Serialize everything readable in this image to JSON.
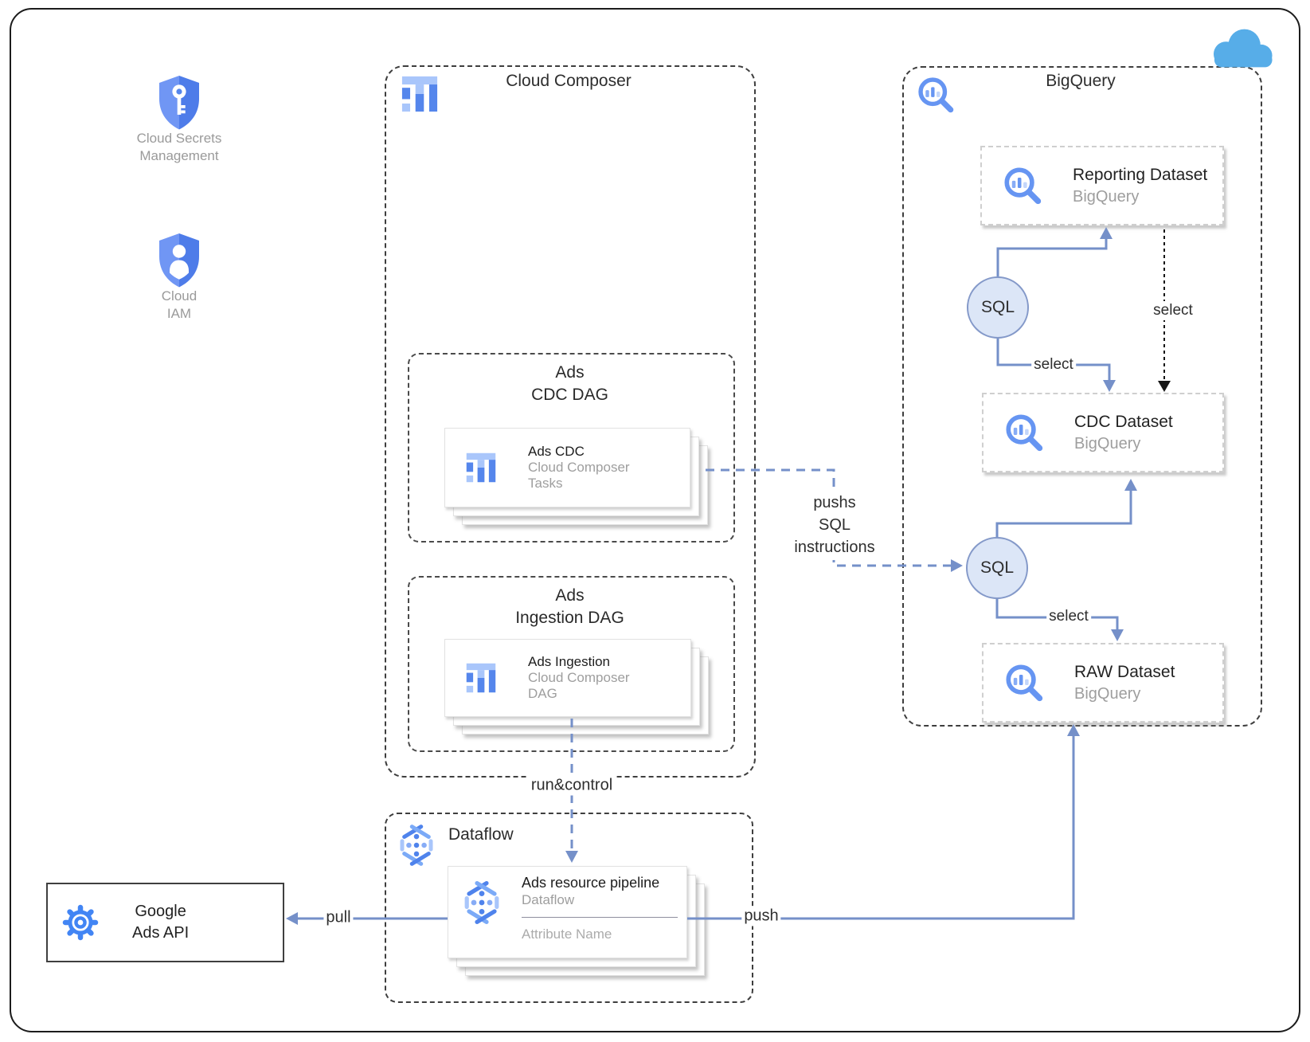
{
  "colors": {
    "accent_blue": "#4285F4",
    "light_blue": "#A9C6FB",
    "arrow_blue": "#7590C9",
    "sql_fill": "#DCE6F7",
    "sql_border": "#8499C9",
    "cloud_blue": "#57ADE8",
    "shield_blue": "#5586EC",
    "gray_text": "#9E9E9E"
  },
  "left_column": {
    "secrets": {
      "label": [
        "Cloud Secrets",
        "Management"
      ]
    },
    "iam": {
      "label": [
        "Cloud",
        "IAM"
      ]
    }
  },
  "composer": {
    "title": "Cloud Composer",
    "cdc_dag": {
      "title": [
        "Ads",
        "CDC DAG"
      ],
      "card": {
        "title": "Ads CDC",
        "lines": [
          "Cloud Composer",
          "Tasks"
        ]
      }
    },
    "ingestion_dag": {
      "title": [
        "Ads",
        "Ingestion DAG"
      ],
      "card": {
        "title": "Ads Ingestion",
        "lines": [
          "Cloud Composer",
          "DAG"
        ]
      }
    }
  },
  "bigquery": {
    "title": "BigQuery",
    "reporting": {
      "title": "Reporting Dataset",
      "subtitle": "BigQuery"
    },
    "cdc": {
      "title": "CDC Dataset",
      "subtitle": "BigQuery"
    },
    "raw": {
      "title": "RAW Dataset",
      "subtitle": "BigQuery"
    },
    "sql_upper": "SQL",
    "sql_lower": "SQL"
  },
  "dataflow": {
    "title": "Dataflow",
    "card": {
      "title": "Ads resource pipeline",
      "subtitle": "Dataflow",
      "attribute": "Attribute Name"
    }
  },
  "ads_api": {
    "label": [
      "Google",
      "Ads API"
    ]
  },
  "edges": {
    "pull": "pull",
    "push": "push",
    "run_control": "run&control",
    "pushs_sql": [
      "pushs",
      "SQL",
      "instructions"
    ],
    "select_sql1": "select",
    "select_dashed": "select",
    "select_sql2": "select"
  }
}
